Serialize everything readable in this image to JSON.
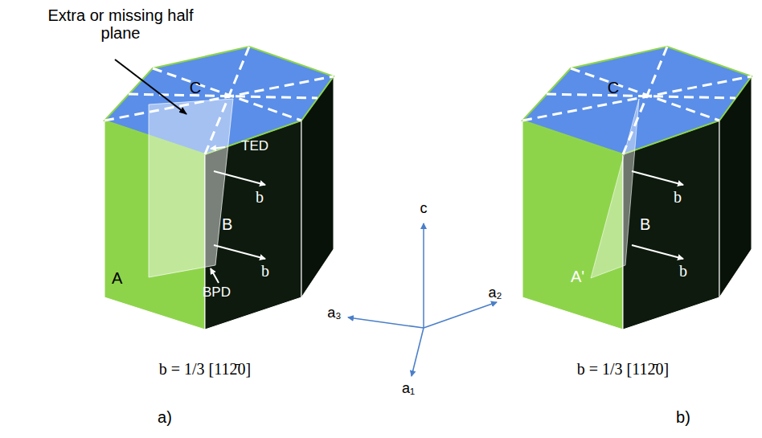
{
  "diagram": {
    "labels": [
      "Extra or missing half plane",
      "C",
      "TED",
      "b",
      "B",
      "b",
      "A",
      "BPD",
      "b = 1/3 [112̄0]",
      "a)",
      "c",
      "a₃",
      "a₂",
      "a₁",
      "C",
      "b",
      "B",
      "b",
      "A'",
      "b = 1/3 [112̄0]",
      "b)"
    ]
  }
}
